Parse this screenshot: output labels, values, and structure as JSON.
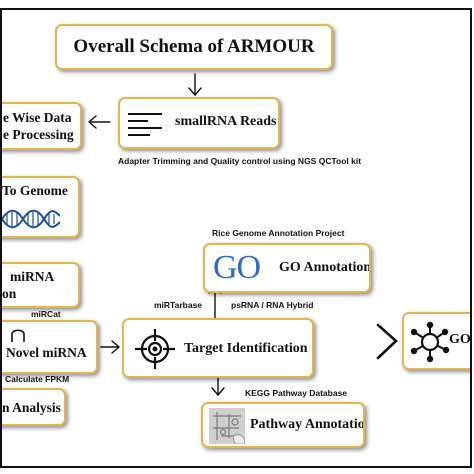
{
  "title": "Overall Schema of ARMOUR",
  "boxes": {
    "reads": "smallRNA Reads",
    "preprocess_line1": "e Wise Data",
    "preprocess_line2": "e Processing",
    "genome": "To Genome",
    "known_line1": "miRNA",
    "known_line2": "on",
    "novel": "Novel miRNA",
    "quant": "n Analysis",
    "target": "Target Identification",
    "go": "GO Annotation",
    "go_logo": "GO",
    "pathway": "Pathway Annotation",
    "go_enrich": "GO &"
  },
  "captions": {
    "adapter": "Adapter Trimming and Quality control using NGS QCTool kit",
    "rice": "Rice Genome Annotation Project",
    "mirtarbase": "miRTarbase",
    "psrna": "psRNA / RNA Hybrid",
    "mircat": "miRCat",
    "fpkm": "Calculate FPKM",
    "kegg": "KEGG Pathway Database"
  },
  "colors": {
    "box_border": "#e3b64c",
    "go_blue": "#2f6cc7",
    "text": "#111111"
  },
  "icons": [
    "text-lines-icon",
    "dna-helix-icon",
    "crosshair-target-icon",
    "network-node-icon",
    "pathway-map-icon",
    "go-logo-icon",
    "arrow-icon"
  ]
}
